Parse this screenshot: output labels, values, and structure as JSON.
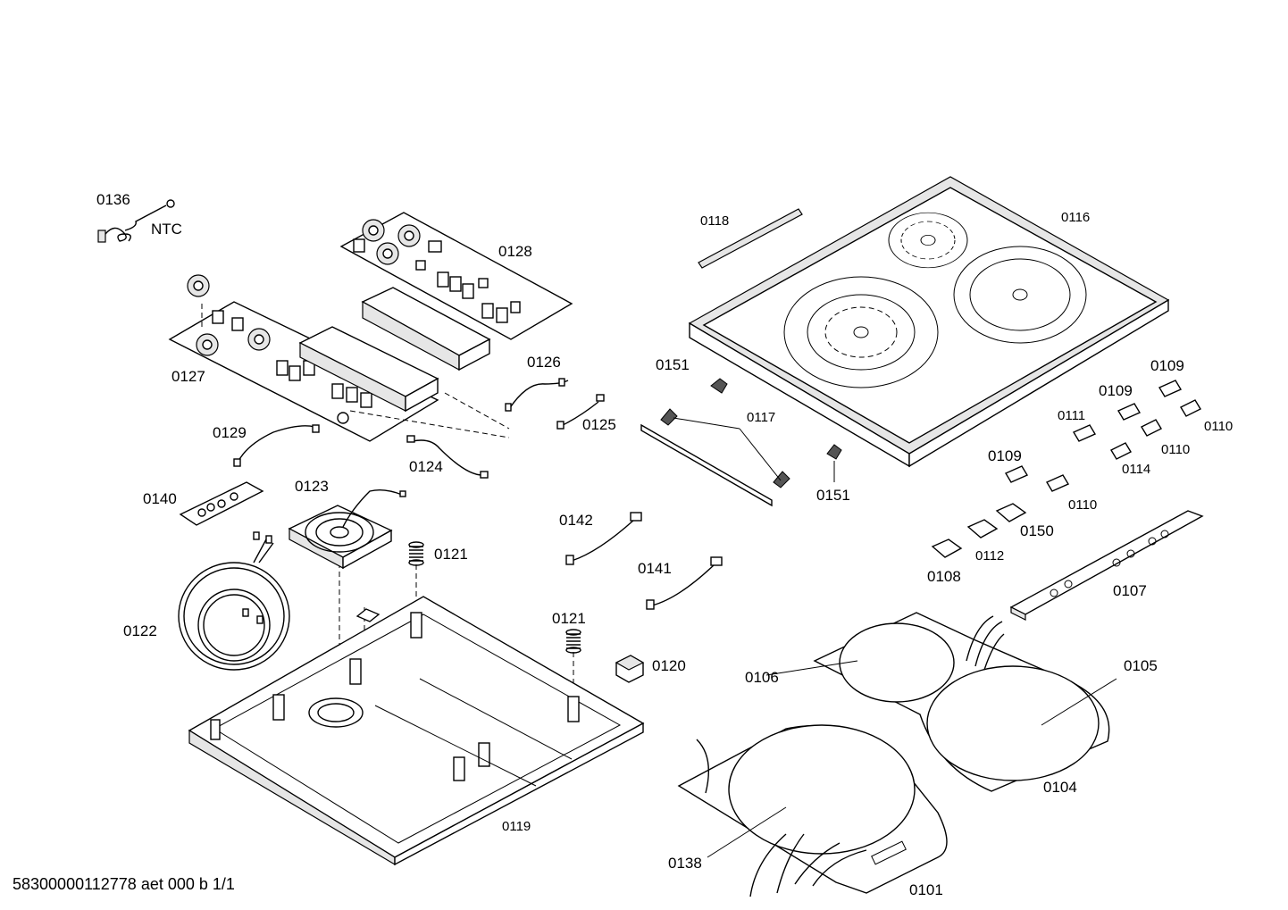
{
  "labels": {
    "p0136": "0136",
    "ntc": "NTC",
    "p0128": "0128",
    "p0127": "0127",
    "p0126": "0126",
    "p0125": "0125",
    "p0124": "0124",
    "p0129": "0129",
    "p0140": "0140",
    "p0123": "0123",
    "p0121a": "0121",
    "p0121b": "0121",
    "p0122": "0122",
    "p0120": "0120",
    "p0119": "0119",
    "p0142": "0142",
    "p0141": "0141",
    "p0118": "0118",
    "p0116": "0116",
    "p0151a": "0151",
    "p0151b": "0151",
    "p0117": "0117",
    "p0109a": "0109",
    "p0109b": "0109",
    "p0109c": "0109",
    "p0110a": "0110",
    "p0110b": "0110",
    "p0110c": "0110",
    "p0111": "0111",
    "p0114": "0114",
    "p0150": "0150",
    "p0112": "0112",
    "p0108": "0108",
    "p0107": "0107",
    "p0106": "0106",
    "p0105": "0105",
    "p0104": "0104",
    "p0138": "0138",
    "p0101": "0101"
  },
  "footer": {
    "document_code": "58300000112778 aet 000 b 1/1"
  }
}
